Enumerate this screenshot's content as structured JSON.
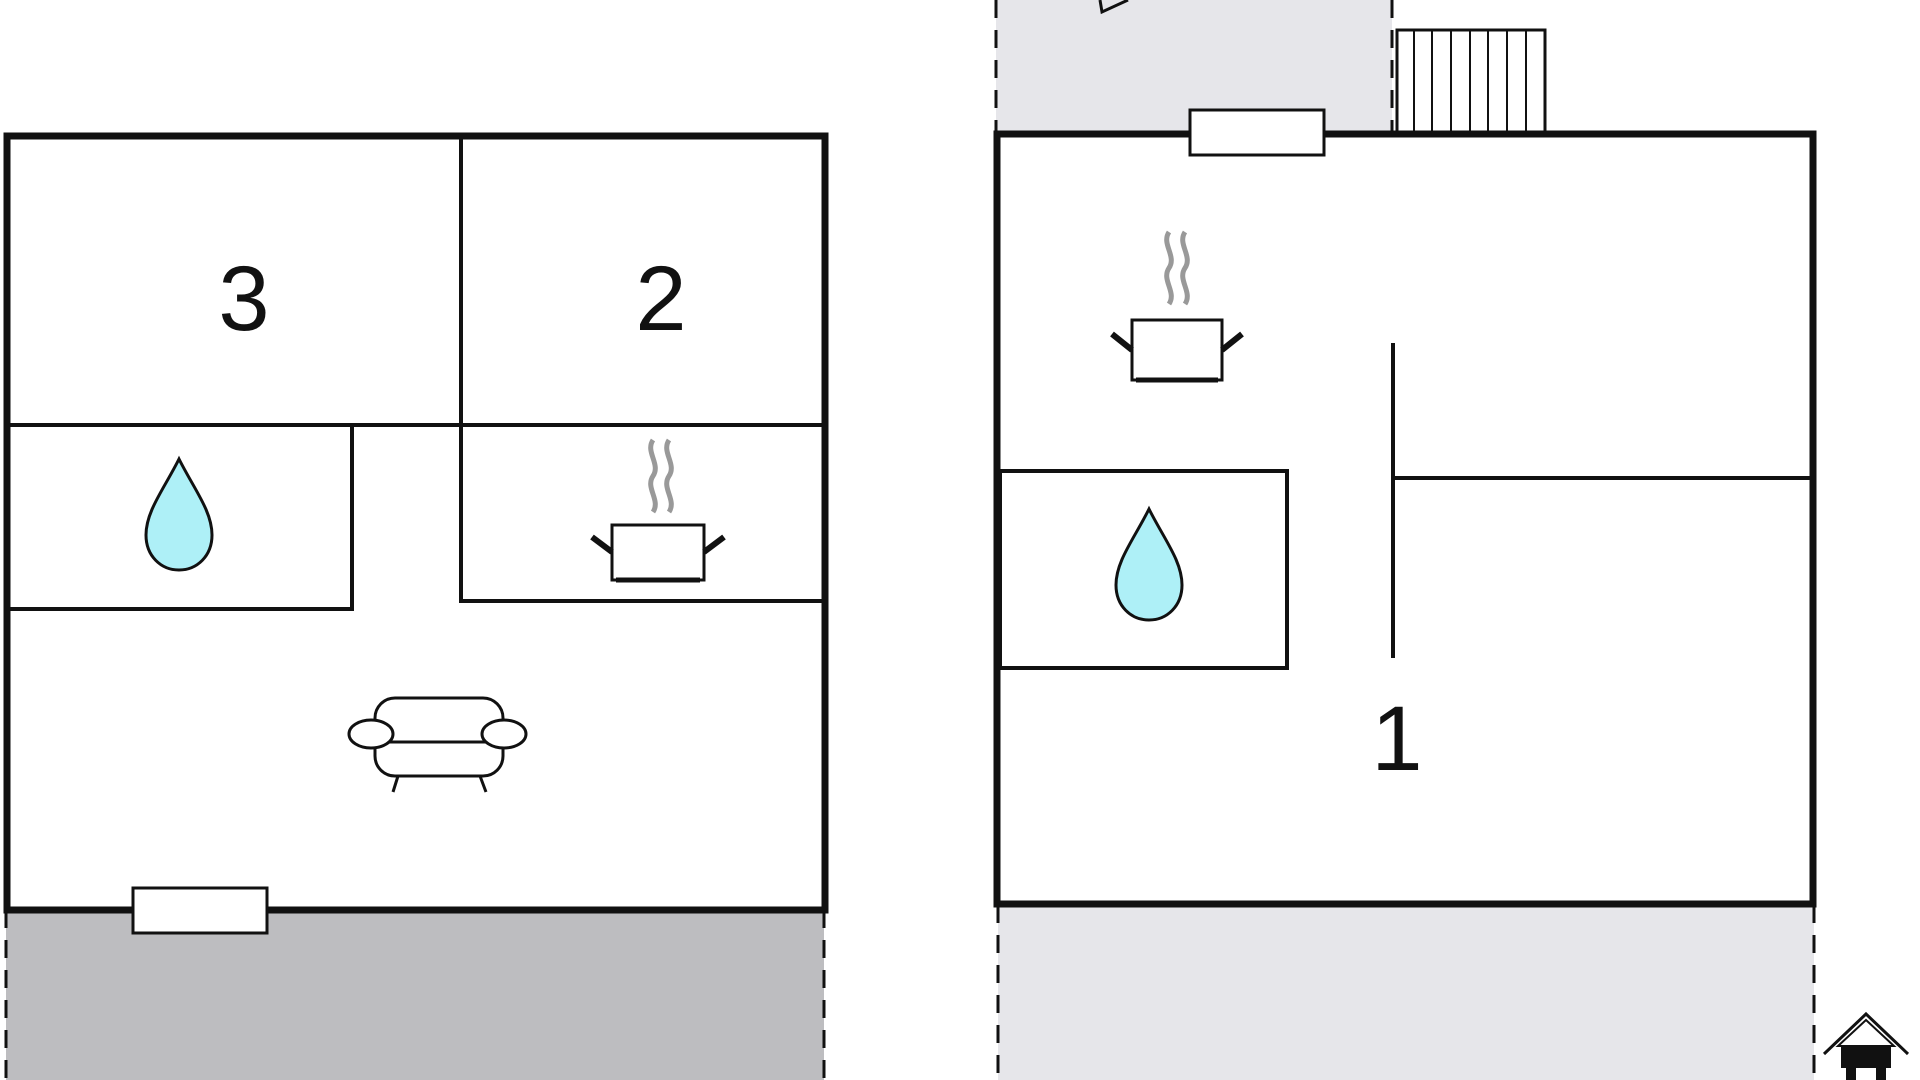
{
  "floorplan": {
    "left_plan": {
      "rooms": [
        {
          "label": "3",
          "type": "bedroom"
        },
        {
          "label": "2",
          "type": "bedroom"
        }
      ],
      "icons": [
        "water-drop-icon",
        "cooking-pot-icon",
        "sofa-icon"
      ],
      "terrace_color": "#bdbdc0"
    },
    "right_plan": {
      "rooms": [
        {
          "label": "1",
          "type": "bedroom"
        }
      ],
      "icons": [
        "cooking-pot-icon",
        "water-drop-icon",
        "staircase-icon",
        "entrance-house-icon"
      ],
      "terrace_color": "#e6e6ea"
    },
    "colors": {
      "wall": "#111111",
      "water": "#aef0f7",
      "steam": "#999999"
    }
  }
}
